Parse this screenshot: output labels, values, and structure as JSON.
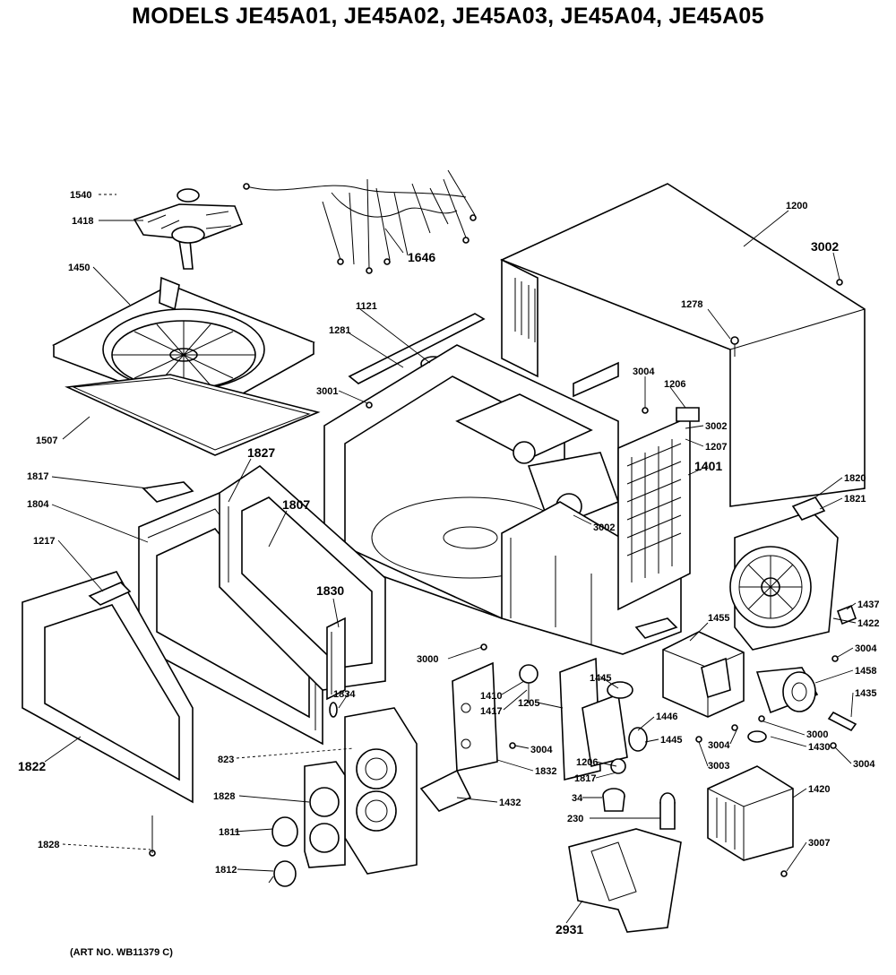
{
  "title": "MODELS JE45A01, JE45A02, JE45A03, JE45A04, JE45A05",
  "art_note": "(ART NO. WB11379 C)",
  "callouts": {
    "c1540": "1540",
    "c1418": "1418",
    "c1450": "1450",
    "c1507": "1507",
    "c1646": "1646",
    "c1121": "1121",
    "c1281": "1281",
    "c3001": "3001",
    "c1200": "1200",
    "c3002a": "3002",
    "c1278": "1278",
    "c3004a": "3004",
    "c1206": "1206",
    "c3002b": "3002",
    "c1207": "1207",
    "c1401": "1401",
    "c1827": "1827",
    "c1807": "1807",
    "c1817": "1817",
    "c1804": "1804",
    "c1217": "1217",
    "c1830": "1830",
    "c1822": "1822",
    "c1834": "1834",
    "c823": "823",
    "c1828a": "1828",
    "c1811": "1811",
    "c1812": "1812",
    "c1828b": "1828",
    "c3002c": "3002",
    "c3000a": "3000",
    "c1410": "1410",
    "c1417": "1417",
    "c1205": "1205",
    "c3004b": "3004",
    "c1832": "1832",
    "c1445a": "1445",
    "c1446": "1446",
    "c1445b": "1445",
    "c1206b": "1206",
    "c1817b": "1817",
    "c1432": "1432",
    "c34": "34",
    "c230": "230",
    "c2931": "2931",
    "c1455": "1455",
    "c1820": "1820",
    "c1821": "1821",
    "c1437": "1437",
    "c1422": "1422",
    "c3004c": "3004",
    "c1458": "1458",
    "c1435": "1435",
    "c3000b": "3000",
    "c3004d": "3004",
    "c1430": "1430",
    "c3003": "3003",
    "c3004e": "3004",
    "c1420": "1420",
    "c3007": "3007"
  }
}
